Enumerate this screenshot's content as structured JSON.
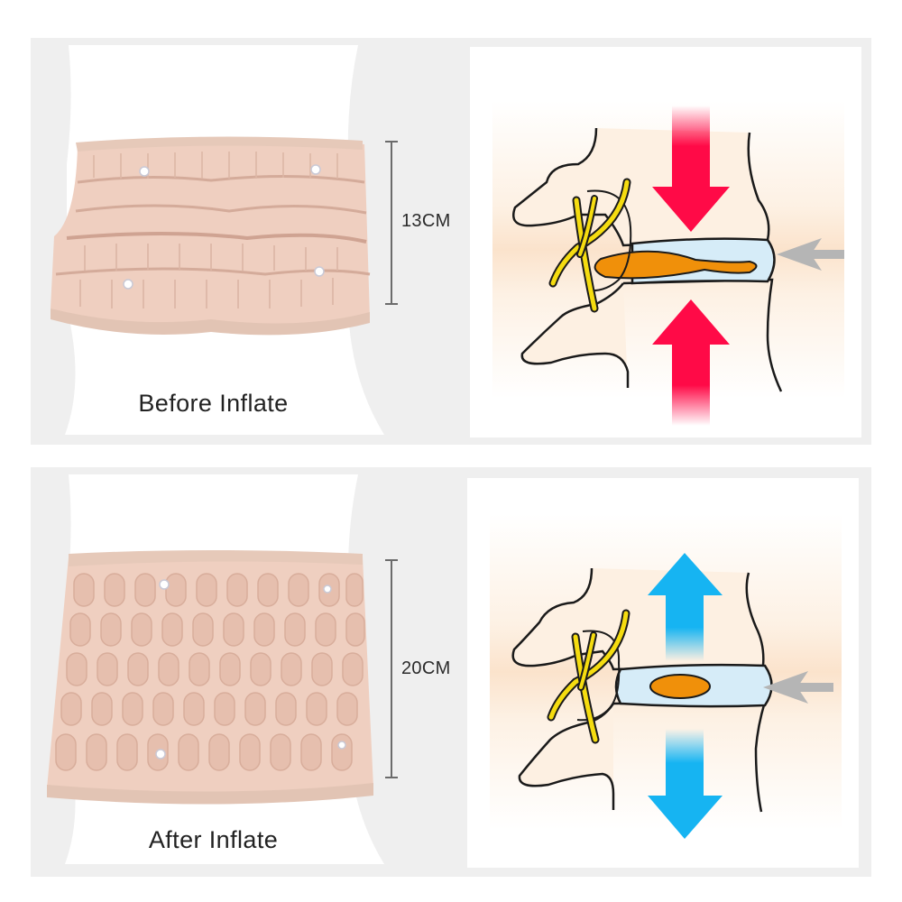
{
  "panels": [
    {
      "id": "before",
      "caption": "Before Inflate",
      "measurement": "13CM",
      "belt_state": "deflated",
      "disc_state": "compressed",
      "force_arrows": "inward",
      "force_arrow_color": "#ff0a47",
      "disc_arrow_color": "#b5b5b5"
    },
    {
      "id": "after",
      "caption": "After Inflate",
      "measurement": "20CM",
      "belt_state": "inflated",
      "disc_state": "decompressed",
      "force_arrows": "outward",
      "force_arrow_color": "#16b4f2",
      "disc_arrow_color": "#b5b5b5"
    }
  ],
  "colors": {
    "panel_bg": "#efefef",
    "belt": "#efcfc0",
    "belt_shadow": "#d9b2a2",
    "bone_fill": "#fdebd8",
    "disc_fill": "#d6ecf8",
    "nucleus": "#f0900a",
    "nerve": "#f5dc10",
    "outline": "#1a1a1a"
  }
}
